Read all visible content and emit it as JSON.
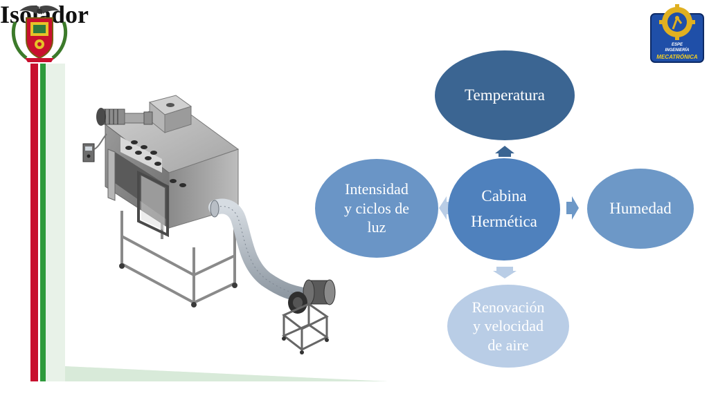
{
  "slide": {
    "title": "Isolador"
  },
  "logos": {
    "left": "university-crest-logo",
    "right": "espe-mecatronica-logo",
    "right_lines": [
      "ESPE",
      "INGENIERÍA",
      "MECATRÓNICA"
    ]
  },
  "image": {
    "subject": "isolator-cabinet-cad-render-icon"
  },
  "diagram": {
    "center": {
      "lines": [
        "Cabina",
        "Hermética"
      ]
    },
    "top": {
      "lines": [
        "Temperatura"
      ]
    },
    "right": {
      "lines": [
        "Humedad"
      ]
    },
    "bottom": {
      "lines": [
        "Renovación",
        "y velocidad",
        "de aire"
      ]
    },
    "left": {
      "lines": [
        "Intensidad",
        "y ciclos de",
        "luz"
      ]
    }
  },
  "colors": {
    "accent_red": "#c8102e",
    "accent_green": "#2e9a3c",
    "center_fill": "#4f81bd",
    "top_fill": "#3b6592",
    "right_fill": "#6d98c7",
    "bottom_fill": "#b9cde6",
    "left_fill": "#6a95c6"
  }
}
